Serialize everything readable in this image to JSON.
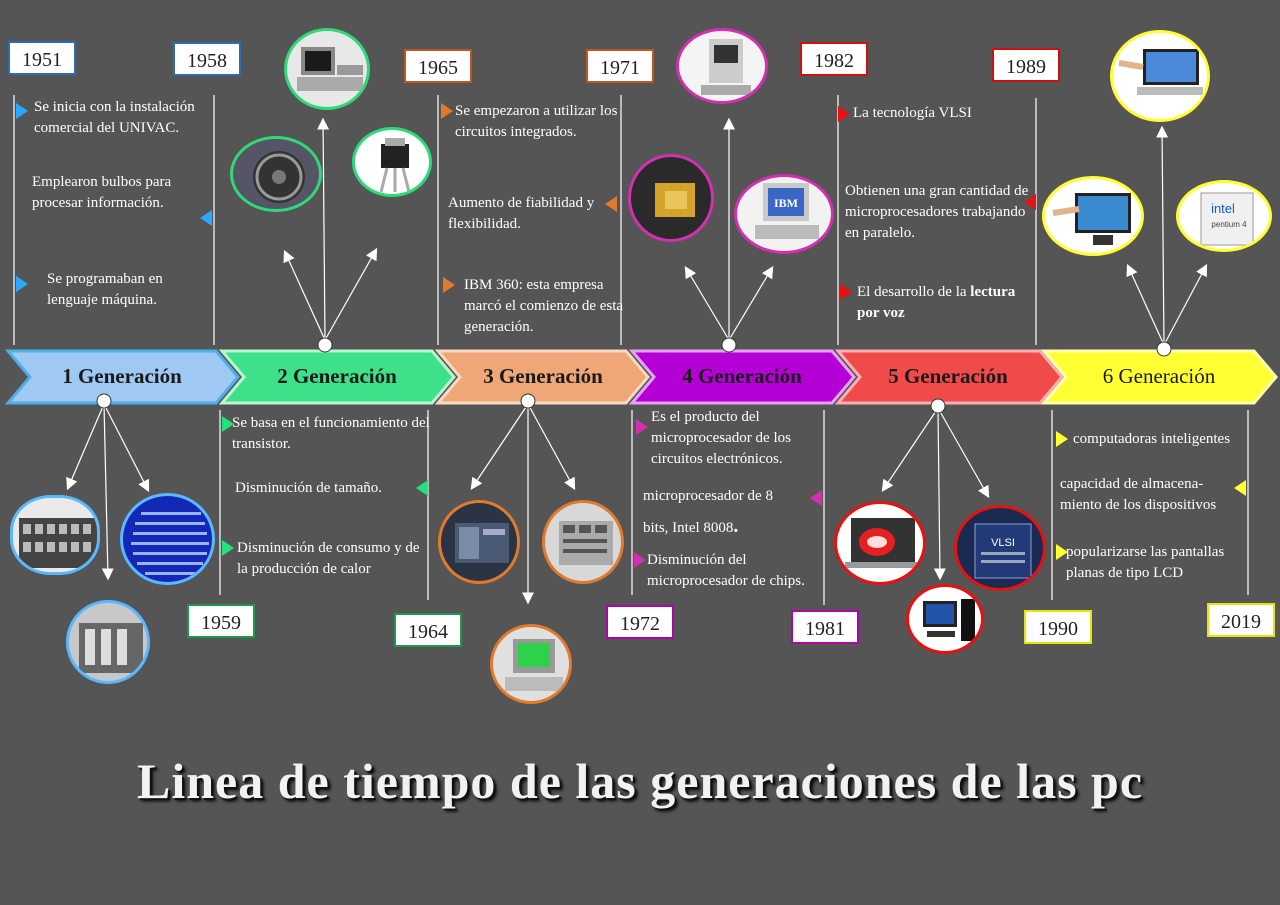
{
  "title": "Linea de tiempo de las  generaciones de las pc",
  "generations": [
    {
      "label": "1 Generación",
      "color": "#9fc9f2",
      "border": "#5aa9e6"
    },
    {
      "label": "2 Generación",
      "color": "#3fe08a",
      "border": "#a6f2c2"
    },
    {
      "label": "3 Generación",
      "color": "#f0a777",
      "border": "#f7d2b6"
    },
    {
      "label": "4 Generación",
      "color": "#b400d4",
      "border": "#e08cf0"
    },
    {
      "label": "5 Generación",
      "color": "#f04a4a",
      "border": "#f79c9c"
    },
    {
      "label": "6 Generación",
      "color": "#ffff33",
      "border": "#ffffaa"
    }
  ],
  "years_top": [
    "1951",
    "1958",
    "1965",
    "1971",
    "1982",
    "1989"
  ],
  "years_bottom": [
    "1959",
    "1964",
    "1972",
    "1981",
    "1990",
    "2019"
  ],
  "texts": {
    "g1a": "Se inicia con la instalación comercial del UNIVAC.",
    "g1b": "Emplearon bulbos para procesar información.",
    "g1c": "Se programaban en lenguaje máquina.",
    "g2a": "Se basa en el funcionamiento del transistor.",
    "g2b": "Disminución de tamaño.",
    "g2c": "Disminución de consumo y de la producción de calor",
    "g3a": "Se empezaron a utilizar los circuitos integrados.",
    "g3b": "Aumento de fiabilidad y flexibilidad.",
    "g3c": "IBM 360: esta empresa marcó el comienzo de esta generación.",
    "g4a": "Es el producto del microprocesador de los circuitos electrónicos.",
    "g4b1": "microprocesador de 8",
    "g4b2": "bits, Intel 8008",
    "g4b3": ".",
    "g4c": "Disminución del microprocesador de chips.",
    "g5a": "La tecnología VLSI",
    "g5b": "Obtienen una gran cantidad de microprocesadores trabajando en paralelo.",
    "g5c1": "El desarrollo de la ",
    "g5c2": "lectura",
    "g5c3": "por voz",
    "g6a": "computadoras inteligentes",
    "g6b": "capacidad de almacena-miento de los dispositivos",
    "g6c": "popularizarse las pantallas planas de tipo LCD"
  },
  "images": {
    "ibm_logo": "IBM",
    "vlsi_chip": "VLSI",
    "intel_logo": "intel",
    "pentium": "pentium 4"
  },
  "colors": {
    "background": "#555555",
    "marker_blue": "#29a8ff",
    "marker_green": "#22e27a",
    "marker_orange": "#e07a2c",
    "marker_magenta": "#d42fb0",
    "marker_red": "#e81010",
    "marker_yellow": "#ffff33"
  }
}
